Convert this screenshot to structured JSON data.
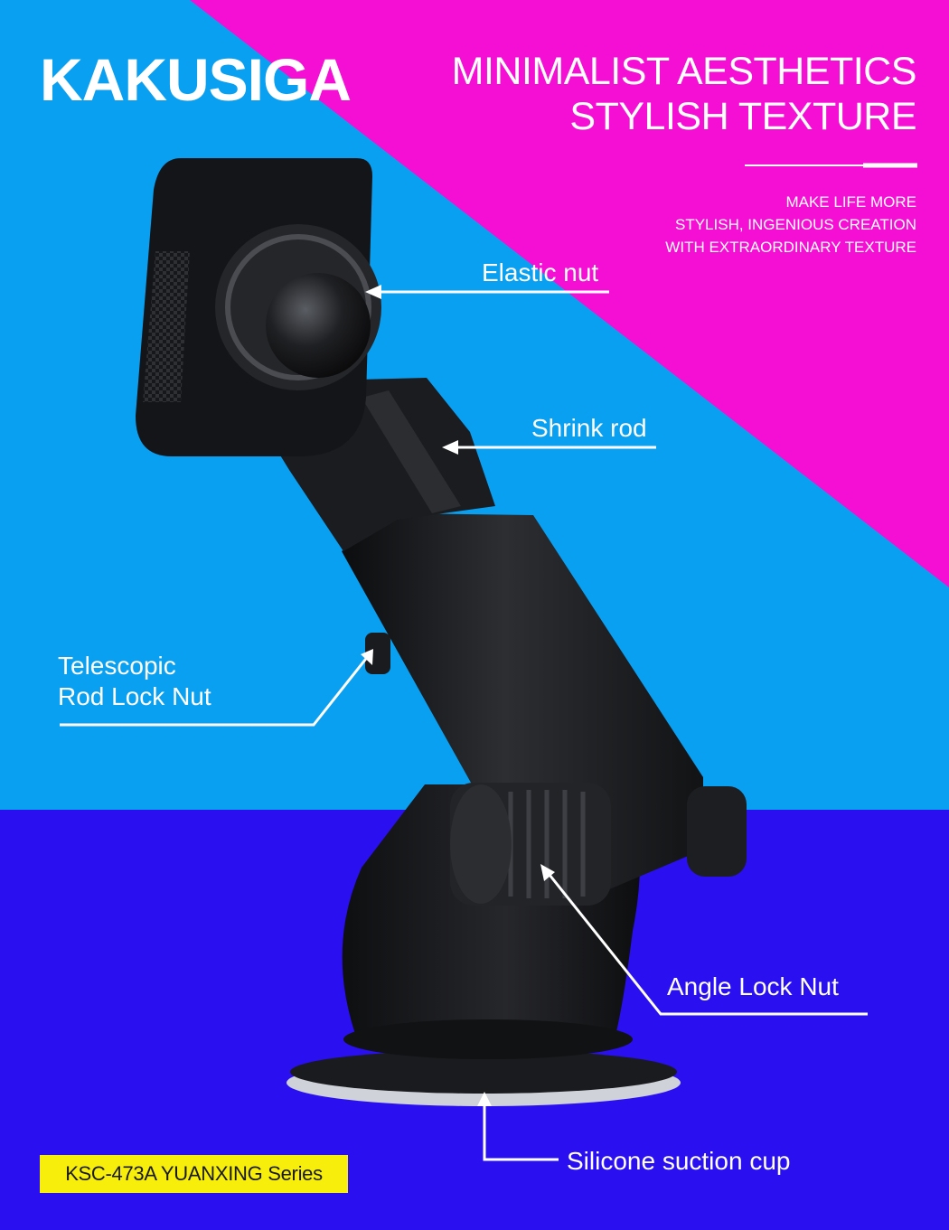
{
  "brand": "KAKUSIGA",
  "headline": [
    "MINIMALIST AESTHETICS",
    "STYLISH TEXTURE"
  ],
  "subtext": [
    "MAKE LIFE MORE",
    "STYLISH, INGENIOUS CREATION",
    "WITH EXTRAORDINARY TEXTURE"
  ],
  "callouts": {
    "elastic_nut": "Elastic nut",
    "shrink_rod": "Shrink rod",
    "telescopic": [
      "Telescopic",
      "Rod Lock Nut"
    ],
    "angle_lock": "Angle Lock Nut",
    "suction_cup": "Silicone suction cup"
  },
  "series_label": "KSC-473A YUANXING Series",
  "colors": {
    "magenta": "#f50fd4",
    "sky_blue": "#0aa0f2",
    "royal_blue": "#2a10f0",
    "badge_yellow": "#f7ef0b",
    "product_black": "#1c1d20"
  }
}
